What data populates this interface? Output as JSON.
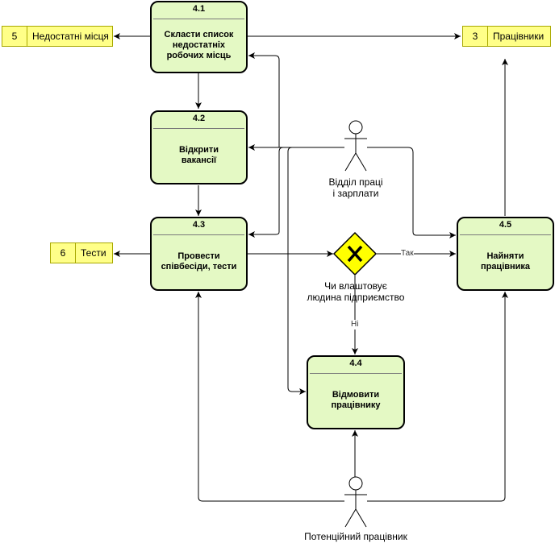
{
  "processes": [
    {
      "id": "4.1",
      "text": "Скласти список\nнедостатніх\nробочих місць"
    },
    {
      "id": "4.2",
      "text": "Відкрити\nвакансії"
    },
    {
      "id": "4.3",
      "text": "Провести\nспівбесіди, тести"
    },
    {
      "id": "4.4",
      "text": "Відмовити\nпрацівнику"
    },
    {
      "id": "4.5",
      "text": "Найняти\nпрацівника"
    }
  ],
  "stores": [
    {
      "id": "5",
      "name": "Недостатні місця"
    },
    {
      "id": "3",
      "name": "Працівники"
    },
    {
      "id": "6",
      "name": "Тести"
    }
  ],
  "actors": [
    {
      "label": "Відділ праці\nі зарплати"
    },
    {
      "label": "Потенційний працівник"
    }
  ],
  "decision": {
    "label": "Чи влаштовує\nлюдина підприємство",
    "yes": "Так",
    "no": "Ні"
  },
  "colors": {
    "process_fill": "#e4f9c4",
    "store_fill": "#ffff88",
    "decision_fill": "#ffff00"
  }
}
